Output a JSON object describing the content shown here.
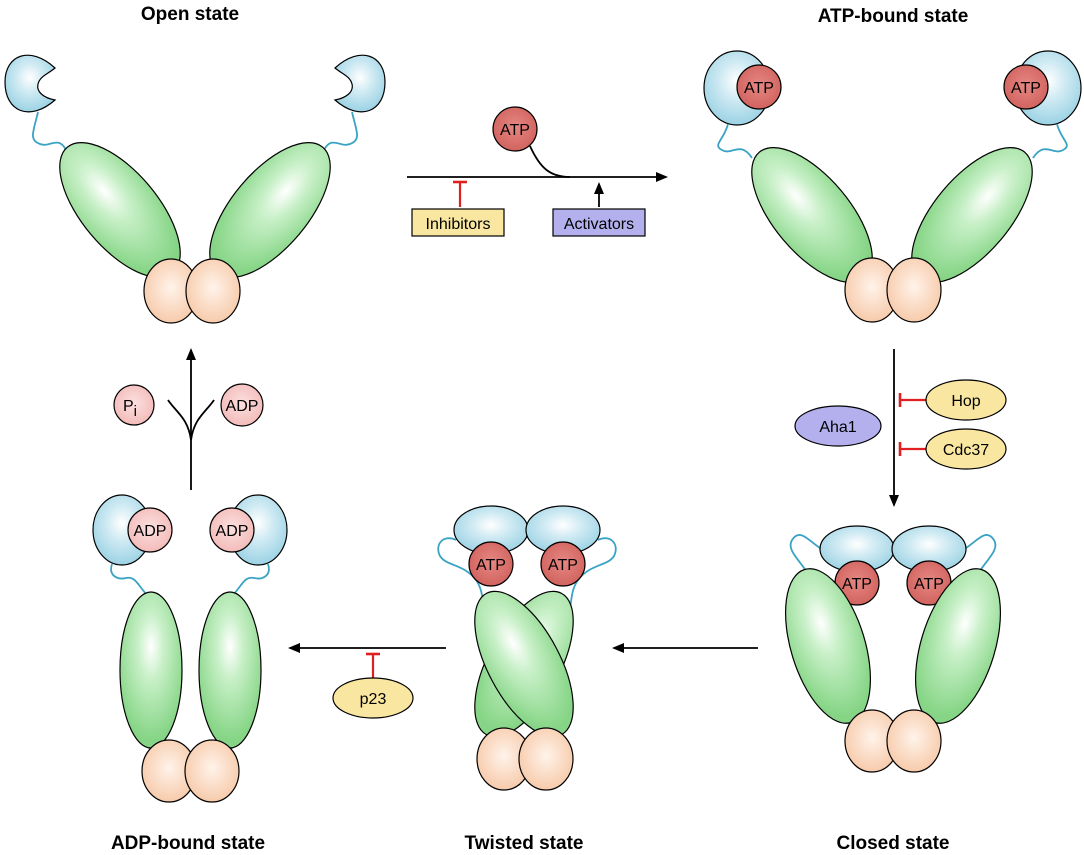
{
  "states": {
    "open": "Open state",
    "atp_bound": "ATP-bound state",
    "closed": "Closed state",
    "twisted": "Twisted state",
    "adp_bound": "ADP-bound state"
  },
  "molecules": {
    "atp": "ATP",
    "adp": "ADP",
    "pi_main": "P",
    "pi_sub": "i"
  },
  "regulators": {
    "inhibitors": "Inhibitors",
    "activators": "Activators",
    "aha1": "Aha1",
    "hop": "Hop",
    "cdc37": "Cdc37",
    "p23": "p23"
  },
  "colors": {
    "ntd": "#a8d8e8",
    "middle_domain": "#8fd98f",
    "ctd": "#f8cfb0",
    "atp": "#d9706c",
    "adp": "#f6c6c4",
    "linker": "#3aa3c4",
    "inhibit": "#e02020",
    "inhibitors_box": "#f9e6a0",
    "activators_box": "#b4b0ee",
    "cochaperone_yellow": "#f9e6a0",
    "aha1": "#b4b0ee"
  }
}
